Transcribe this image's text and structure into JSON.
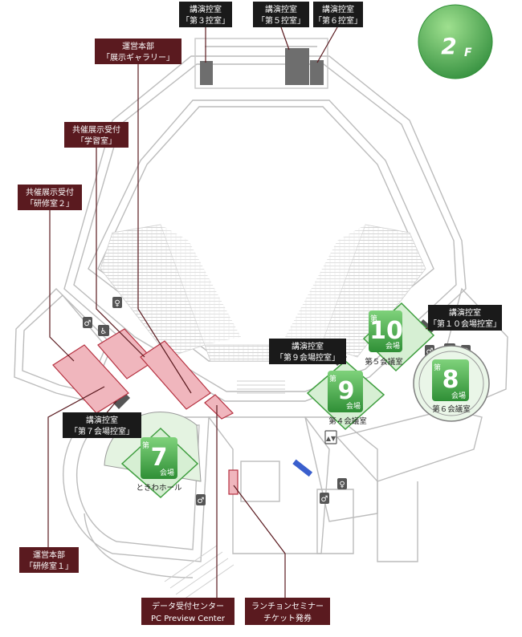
{
  "floor": {
    "number": "2",
    "suffix": "F"
  },
  "colors": {
    "accent_green": "#3f9e3f",
    "label_dark": "#5a1a1f",
    "label_black": "#1a1a1a",
    "area_pink": "#f0b6bd",
    "area_gray": "#6e6e6e",
    "wall": "#bcbcbc"
  },
  "labels": {
    "speaker3": {
      "line1": "講演控室",
      "line2": "「第３控室」"
    },
    "speaker5": {
      "line1": "講演控室",
      "line2": "「第５控室」"
    },
    "speaker6": {
      "line1": "講演控室",
      "line2": "「第６控室」"
    },
    "hq_gallery": {
      "line1": "運営本部",
      "line2": "「展示ギャラリー」"
    },
    "joint_study": {
      "line1": "共催展示受付",
      "line2": "「学習室」"
    },
    "joint_training2": {
      "line1": "共催展示受付",
      "line2": "「研修室２」"
    },
    "speaker10": {
      "line1": "講演控室",
      "line2": "「第１０会場控室」"
    },
    "speaker9": {
      "line1": "講演控室",
      "line2": "「第９会場控室」"
    },
    "speaker7": {
      "line1": "講演控室",
      "line2": "「第７会場控室」"
    },
    "hq_training1": {
      "line1": "運営本部",
      "line2": "「研修室１」"
    },
    "data_center": {
      "line1": "データ受付センター",
      "line2": "PC Preview Center"
    },
    "lunch": {
      "line1": "ランチョンセミナー",
      "line2": "チケット発券"
    }
  },
  "venues": [
    {
      "id": "v10",
      "dai": "第",
      "number": "10",
      "kaijo": "会場",
      "room": "第５会議室"
    },
    {
      "id": "v9",
      "dai": "第",
      "number": "9",
      "kaijo": "会場",
      "room": "第４会議室"
    },
    {
      "id": "v8",
      "dai": "第",
      "number": "8",
      "kaijo": "会場",
      "room": "第６会議室"
    },
    {
      "id": "v7",
      "dai": "第",
      "number": "7",
      "kaijo": "会場",
      "room": "ときわホール"
    }
  ],
  "icons": [
    "restroom-icon",
    "accessible-restroom-icon",
    "elevator-icon"
  ]
}
